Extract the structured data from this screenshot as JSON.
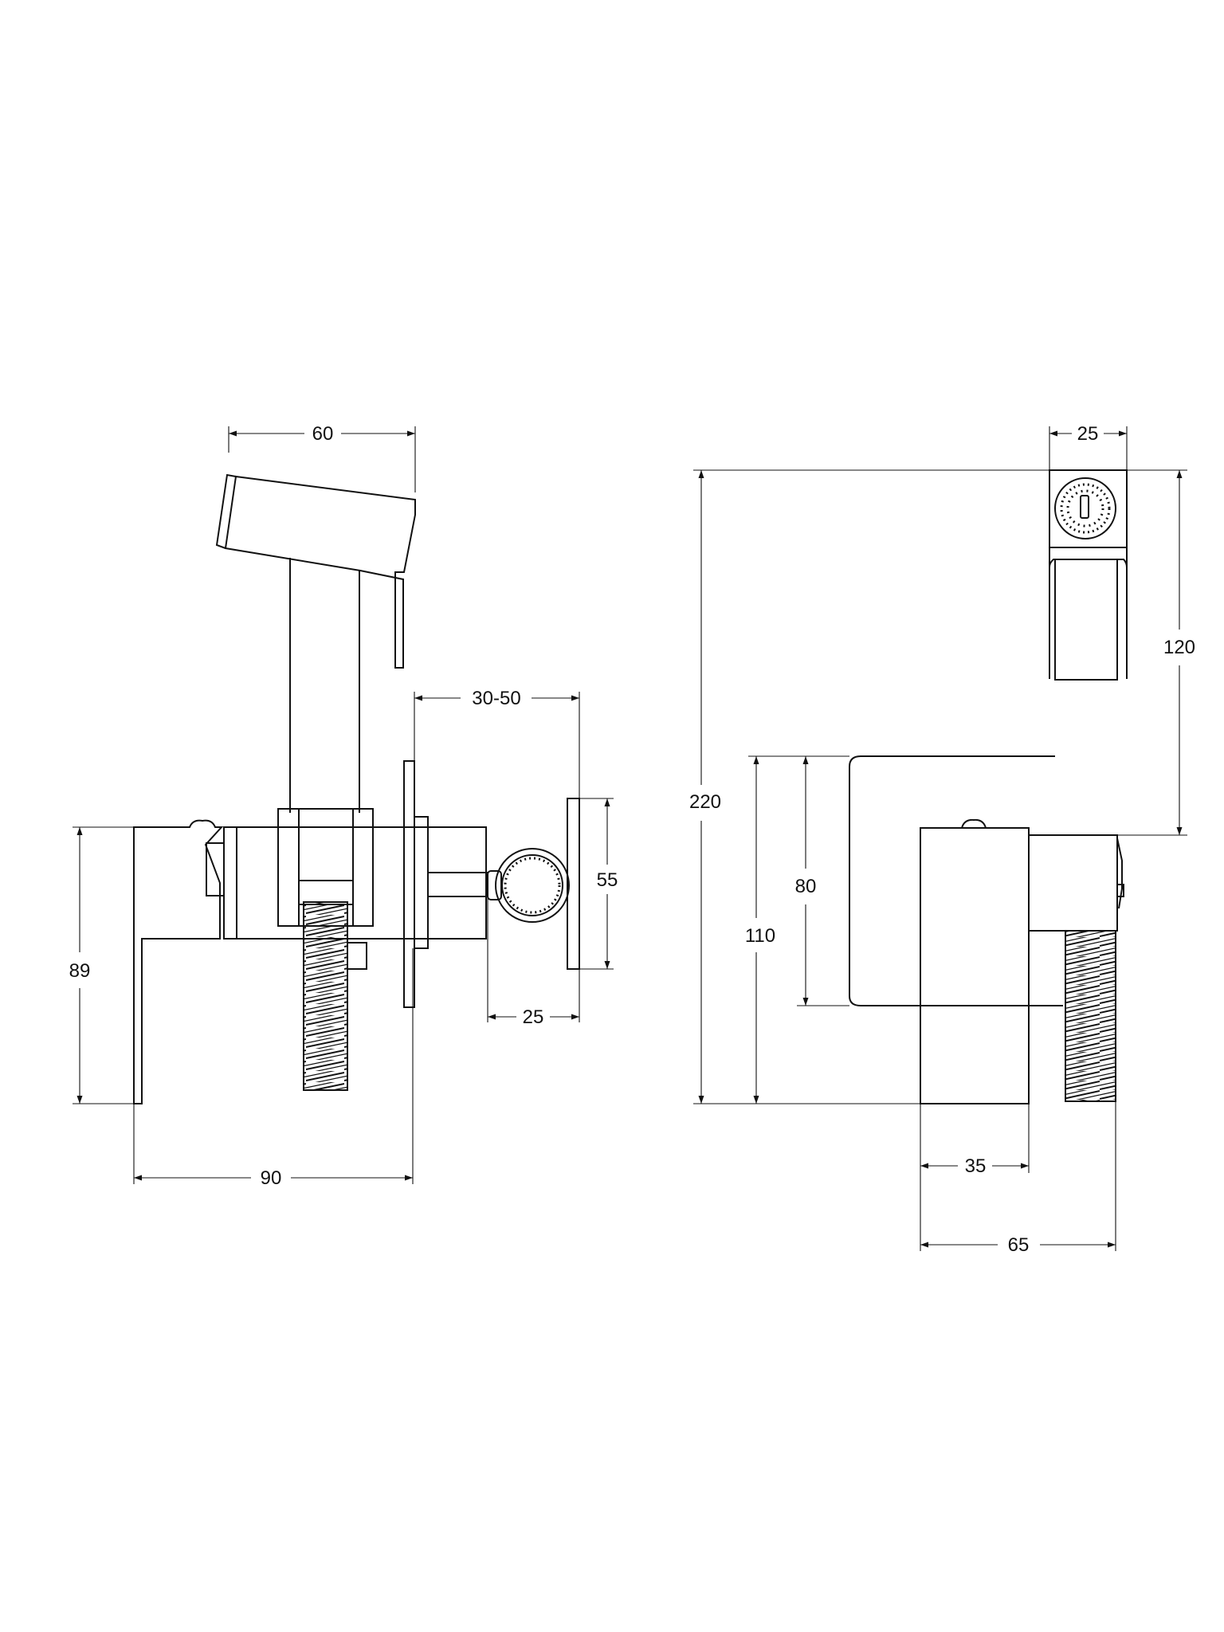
{
  "dimensions": {
    "side_head_width": "60",
    "side_wall_range": "30-50",
    "side_holder_height": "55",
    "side_holder_depth": "25",
    "side_body_height": "89",
    "side_total_depth": "90",
    "front_head_width": "25",
    "front_total_height": "220",
    "front_holder_height": "120",
    "front_plate_height": "80",
    "front_mixer_height": "110",
    "front_mixer_width": "35",
    "front_total_width": "65"
  }
}
